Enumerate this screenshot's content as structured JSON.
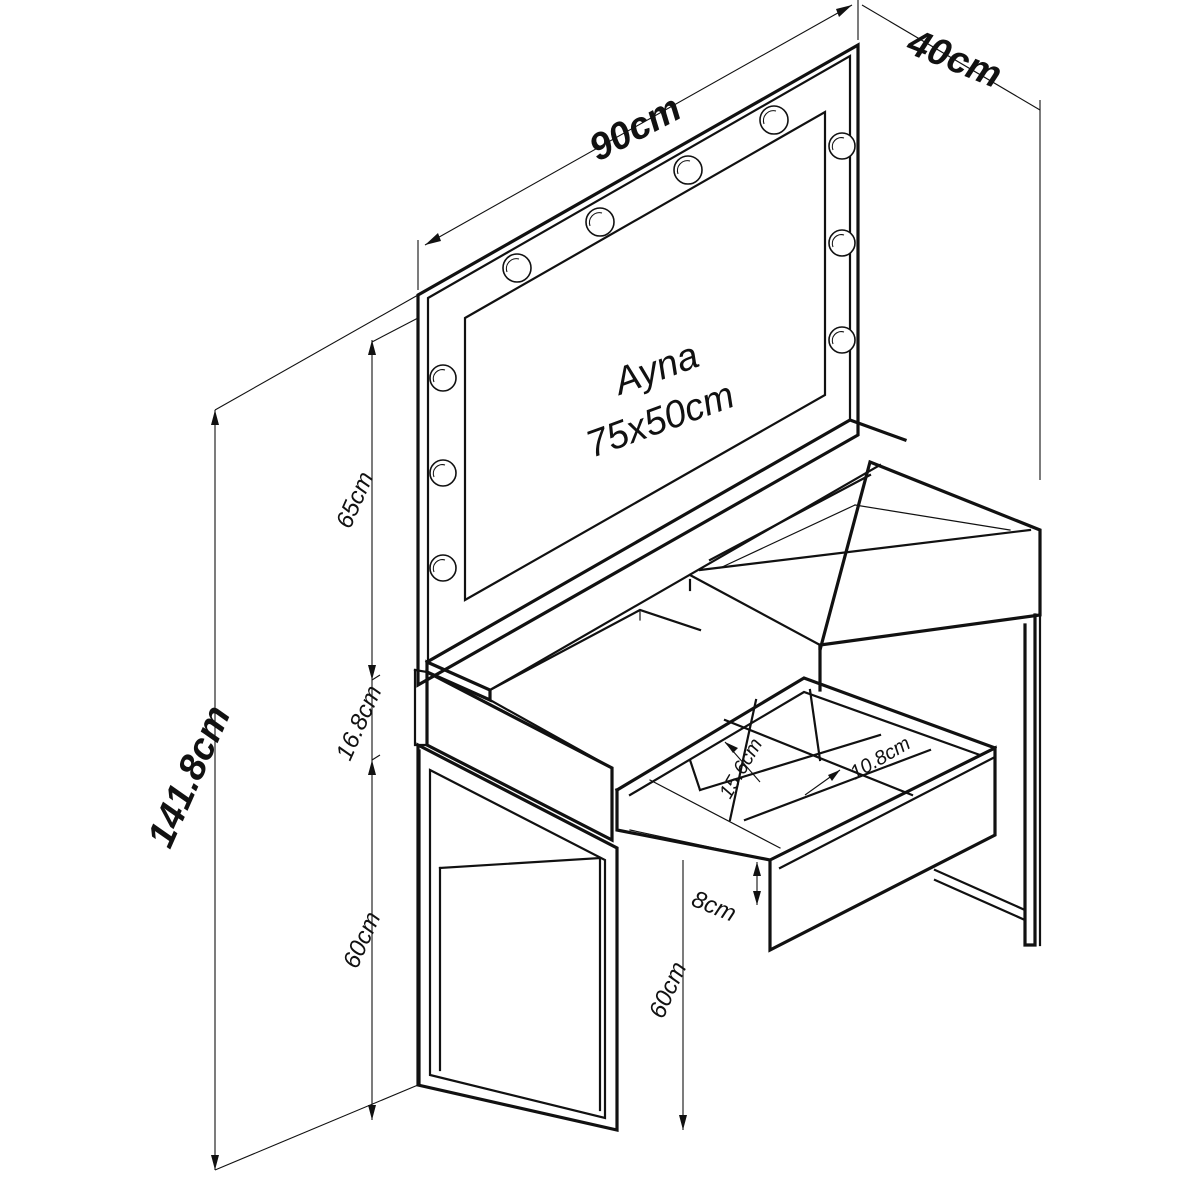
{
  "mirror": {
    "name": "Ayna",
    "size": "75x50cm"
  },
  "dimensions": {
    "width": "90cm",
    "depth": "40cm",
    "total_height": "141.8cm",
    "mirror_height": "65cm",
    "drawer_height": "16.8cm",
    "leg_height": "60cm",
    "inner_leg_height": "60cm",
    "drawer_front": "8cm",
    "compartment_a": "15.6cm",
    "compartment_b": "10.8cm"
  }
}
